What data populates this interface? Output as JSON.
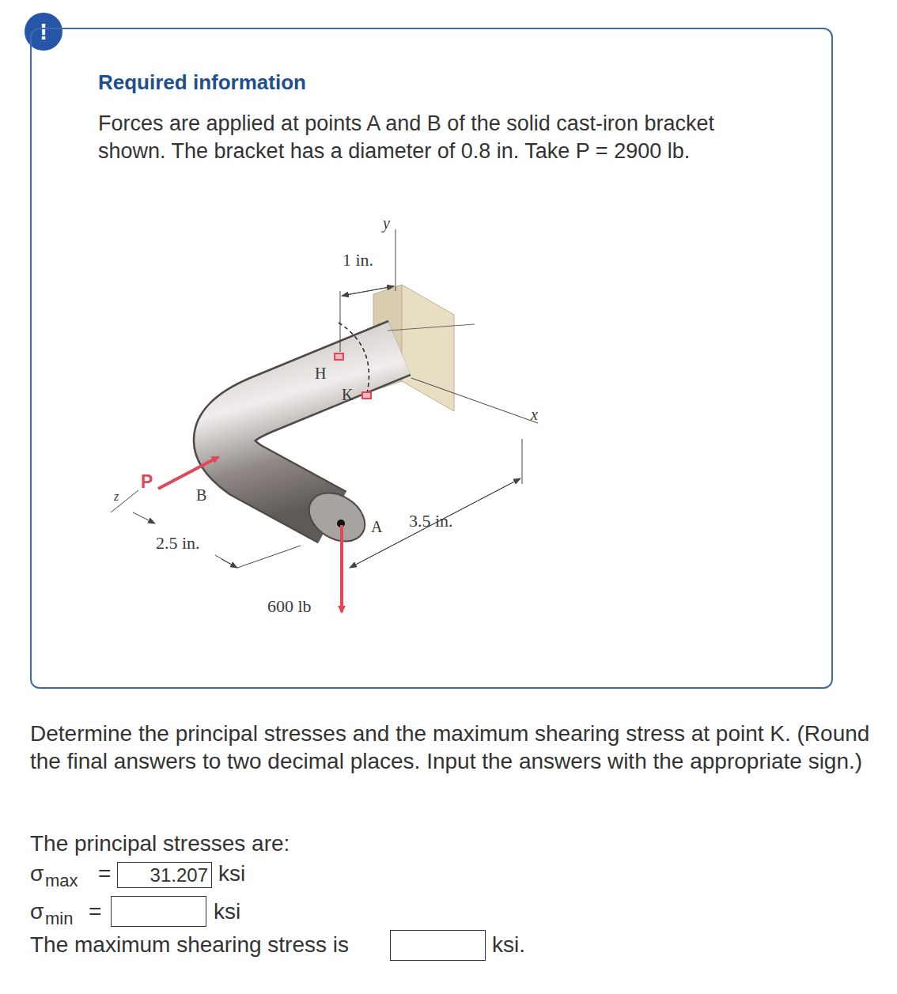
{
  "diagram": {
    "nodes": [
      {
        "text": [
          "!"
        ]
      },
      {
        "text": [
          "Required information",
          "Forces are applied at points A and B of the solid cast-iron bracket shown. The bracket has a diameter of 0.8 in. Take P = 2900 lb."
        ]
      },
      {
        "text": [
          "31.207"
        ]
      }
    ],
    "labels": [
      "y",
      "1 in.",
      "H",
      "K",
      "x",
      "P",
      "B",
      "z",
      "2.5 in.",
      "A",
      "3.5 in.",
      "600 lb",
      "Determine the principal stresses and the maximum shearing stress at point K. (Round the final answers to two decimal places. Input the answers with the appropriate sign.)",
      "The principal stresses are:",
      "σ",
      "max",
      "=",
      "ksi",
      "σ",
      "min",
      "=",
      "ksi",
      "The maximum shearing stress is",
      "ksi."
    ]
  }
}
